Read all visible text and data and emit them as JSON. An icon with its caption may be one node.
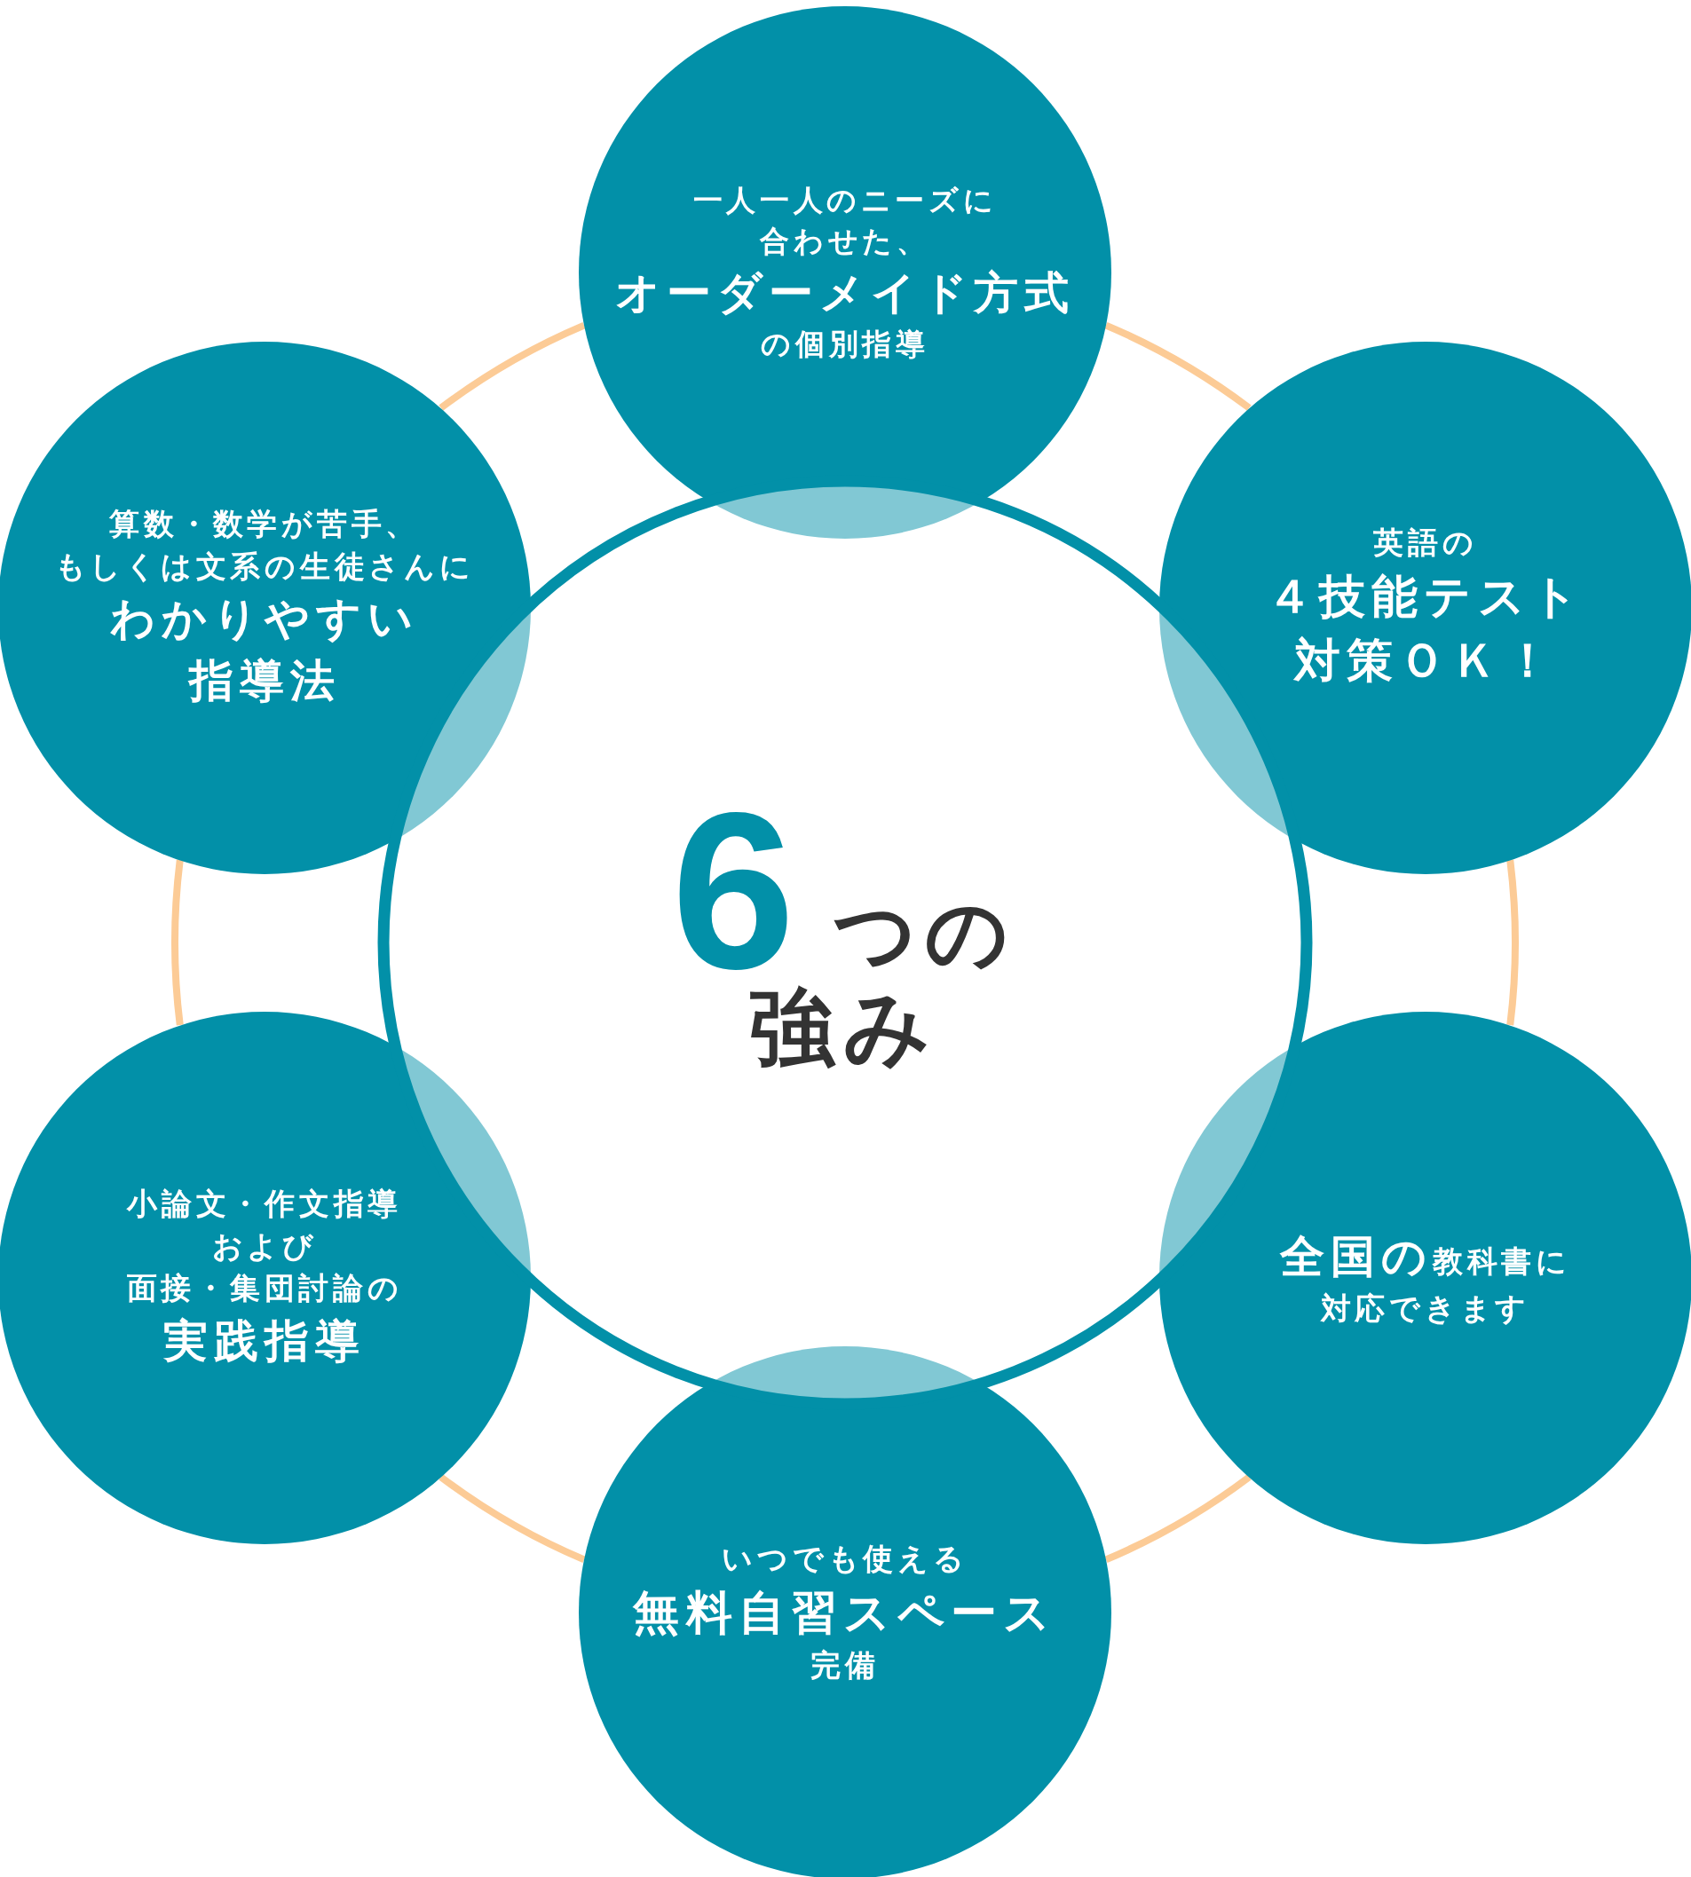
{
  "diagram": {
    "nodes": [
      {
        "text": [
          "6",
          "つの",
          "強み"
        ]
      },
      {
        "text": [
          "一人一人のニーズに",
          "合わせた、",
          "オーダーメイド方式",
          "の個別指導"
        ]
      },
      {
        "text": [
          "英語の",
          "４技能テスト",
          "対策ＯＫ！"
        ]
      },
      {
        "text": [
          "全国の",
          "教科書に",
          "対応できます"
        ]
      },
      {
        "text": [
          "いつでも使える",
          "無料自習スペース",
          "完備"
        ]
      },
      {
        "text": [
          "小論文・作文指導",
          "および",
          "面接・集団討論の",
          "実践指導"
        ]
      },
      {
        "text": [
          "算数・数学が苦手、",
          "もしくは文系の生徒さんに",
          "わかりやすい",
          "指導法"
        ]
      }
    ],
    "edges": [
      {
        "from": 1,
        "to": 2,
        "arrow": "none"
      },
      {
        "from": 2,
        "to": 3,
        "arrow": "none"
      },
      {
        "from": 3,
        "to": 4,
        "arrow": "none"
      },
      {
        "from": 4,
        "to": 5,
        "arrow": "none"
      },
      {
        "from": 5,
        "to": 6,
        "arrow": "none"
      },
      {
        "from": 6,
        "to": 1,
        "arrow": "none"
      }
    ]
  }
}
